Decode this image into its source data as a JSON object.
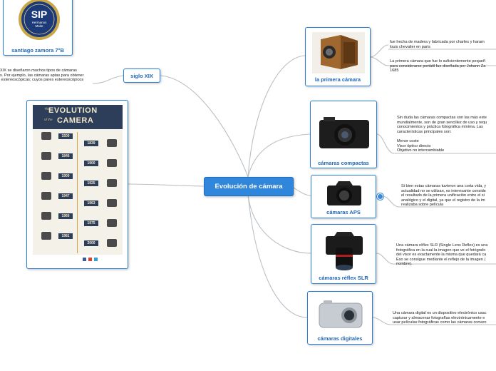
{
  "center": {
    "label": "Evolución de cámara"
  },
  "school": {
    "label": "santiago zamora 7°B",
    "logo_text": "SIP",
    "logo_sub1": "Hermanos",
    "logo_sub2": "Maite"
  },
  "siglo": {
    "label": "siglo XIX",
    "note": "XIX se diseñaron muchos tipos de cámaras\ns. Por ejemplo, las cámaras aptas para obtener\n estereoscópicas; cuyos pares estereoscópicos"
  },
  "infographic": {
    "title_small": "The",
    "title_big": "EVOLUTION",
    "title_small2": "of the",
    "title_big2": "CAMERA",
    "years": [
      "1500",
      "1839",
      "1846",
      "1900",
      "1900",
      "1925",
      "1947",
      "1963",
      "1966",
      "1975",
      "1981",
      "2000"
    ]
  },
  "branches": [
    {
      "label": "la primera cámara",
      "notes": [
        "fue hecha de madera y fabricada por charles y haram\nlouis chevalier en paris",
        "La primera cámara que fue lo suficientemente pequeñ\npara considerarse portátil fue diseñada por Johann Za\n1685"
      ]
    },
    {
      "label": "cámaras compactas",
      "notes": [
        "Sin duda las cámaras compactas son las más exte\nmundialmente, son de gran sencillez de uso y requ\nconocimientos y práctica fotográfica mínima. Las\ncaracterísticas principales son:\n\nMenor coste\nVisor óptico directo\nObjetivo no intercambiable"
      ]
    },
    {
      "label": "cámaras APS",
      "notes": [
        "Si bien estas cámaras tuvieron una corta vida, y\nactualidad no se utilizan, es interesante conside\nel resultado de la primera unificación entre el si\nanalógico y el digital, ya que el registro de la im\nrealizaba sobre película"
      ]
    },
    {
      "label": "cámaras réflex SLR",
      "notes": [
        "Una cámara réflex SLR (Single Lens Reflex) es una\nfotográfica en la cual la imagen que ve el fotógrafo\ndel visor es exactamente la misma que quedará ca\nEso se consigue mediante el reflejo de la imagen (\nnombre)."
      ]
    },
    {
      "label": "cámaras digitales",
      "notes": [
        "Una cámara digital es un dispositivo electrónico usac\ncapturar y almacenar fotografías electrónicamente e\nusar películas fotográficas como las cámaras conven"
      ]
    }
  ],
  "colors": {
    "accent": "#2f86db",
    "link": "#b9c0c6",
    "label": "#1f66b8",
    "infographic_bg": "#2d3e5a"
  }
}
